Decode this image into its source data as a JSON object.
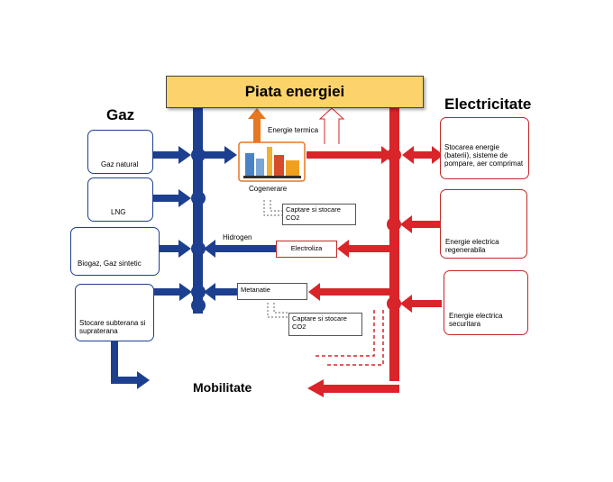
{
  "title": "Piata energiei",
  "headings": {
    "gas": "Gaz",
    "electricity": "Electricitate",
    "mobility": "Mobilitate"
  },
  "gas_sources": [
    {
      "label": "Gaz natural",
      "icon": "gas-flame-icon"
    },
    {
      "label": "LNG",
      "icon": "lng-ship-icon"
    },
    {
      "label": "Biogaz, Gaz sintetic",
      "icon": "sunflower-field-icon"
    },
    {
      "label": "Stocare subterana si supraterana",
      "icon": "storage-tank-icon"
    }
  ],
  "electric_sources": [
    {
      "label": "Stocarea energie (baterii), sisteme de pompare, aer comprimat",
      "icon": "battery-icon"
    },
    {
      "label": "Energie electrica regenerabila",
      "icon": "wind-turbine-icon"
    },
    {
      "label": "Energie electrica securitara",
      "icon": "power-plant-icon"
    }
  ],
  "center": {
    "thermal": "Energie termica",
    "cogeneration": "Cogenerare",
    "capture1": "Captare si stocare CO2",
    "hydrogen": "Hidrogen",
    "electrolysis": "Electroliza",
    "methanation": "Metanatie",
    "capture2": "Captare si stocare CO2"
  },
  "colors": {
    "gas_blue": "#1d3f8f",
    "electric_red": "#d9242a",
    "thermal_orange": "#e87722",
    "title_fill": "#fbd36a"
  }
}
